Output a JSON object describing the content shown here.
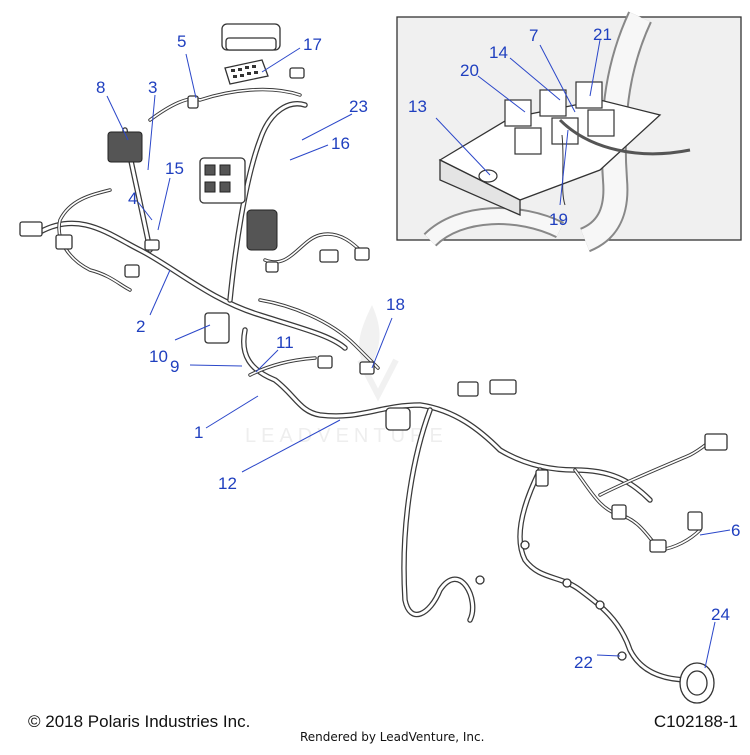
{
  "diagram": {
    "callouts": [
      "1",
      "2",
      "3",
      "4",
      "5",
      "6",
      "8",
      "9",
      "10",
      "11",
      "12",
      "15",
      "16",
      "17",
      "18",
      "22",
      "23",
      "24"
    ],
    "inset_callouts": [
      "7",
      "13",
      "14",
      "19",
      "20",
      "21"
    ]
  },
  "watermark": "LEADVENTURE",
  "footer": {
    "copyright": "© 2018 Polaris Industries Inc.",
    "rendered_by": "Rendered by LeadVenture, Inc.",
    "figure_code": "C102188-1"
  },
  "colors": {
    "callout": "#1f3fbf",
    "line": "#333333",
    "inset_bg": "#f0f0f0"
  }
}
